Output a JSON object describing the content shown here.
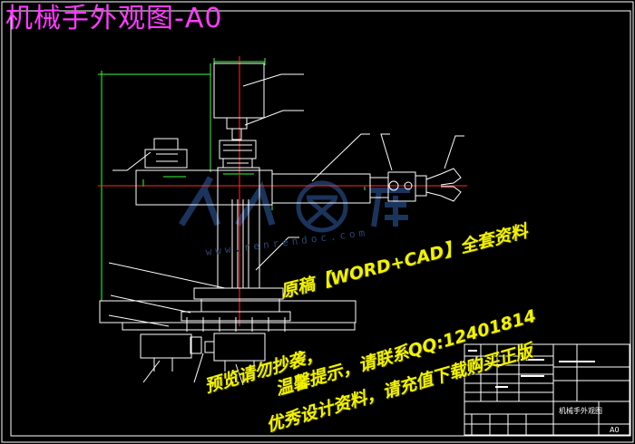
{
  "drawing": {
    "title": "机械手外观图-A0",
    "title_block": {
      "drawing_name": "机械手外观图",
      "sheet_size": "A0"
    }
  },
  "watermark": {
    "logo_text": "人人文库",
    "site": "www.renrendoc.com",
    "lines": [
      "原稿【WORD+CAD】全套资料",
      "预览请勿抄袭，",
      "温馨提示，请联系QQ:12401814",
      "优秀设计资料，请充值下载购买正版"
    ]
  },
  "colors": {
    "background": "#000000",
    "title": "#ff3cff",
    "outline": "#ffffff",
    "dimension": "#33ff33",
    "centerline": "#ff2a2a",
    "watermark_text": "#f2f200",
    "logo": "#1f3a66"
  }
}
